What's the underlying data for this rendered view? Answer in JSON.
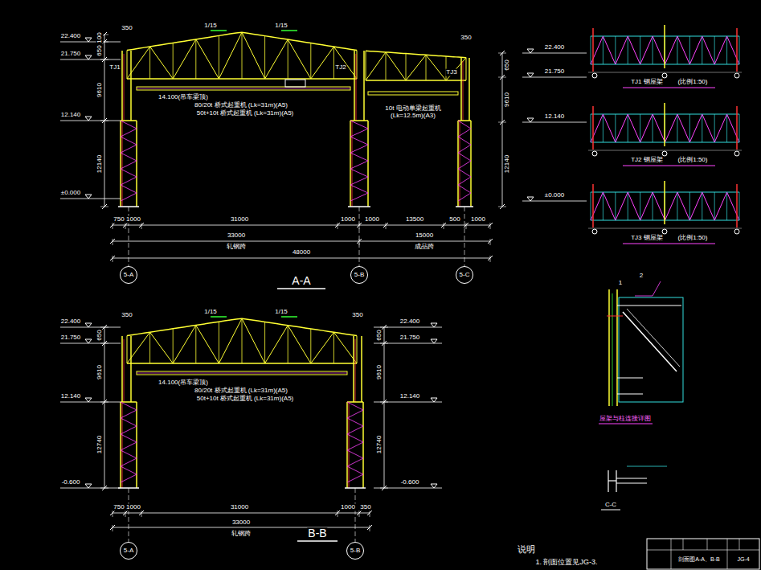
{
  "diagram": {
    "nodes": [
      {
        "text": [
          "5-A"
        ]
      },
      {
        "text": [
          "5-B"
        ]
      },
      {
        "text": [
          "5-C"
        ]
      },
      {
        "text": [
          "5-A"
        ]
      },
      {
        "text": [
          "5-B"
        ]
      }
    ],
    "labels": [
      "22.400",
      "21.750",
      "12.140",
      "±0.000",
      "100",
      "650",
      "9610",
      "12140",
      "350",
      "350",
      "1/15",
      "1/15",
      "TJ1",
      "TJ2",
      "TJ3",
      "14.100(吊车梁顶)",
      "80/20t 桥式起重机 (Lk=31m)(A5)",
      "50t+10t 桥式起重机 (Lk=31m)(A5)",
      "10t 电动单梁起重机 (Lk=12.5m)(A3)",
      "22.400",
      "21.750",
      "12.140",
      "±0.000",
      "650",
      "9610",
      "12140",
      "750",
      "1000",
      "31000",
      "1000",
      "1000",
      "13500",
      "500",
      "1000",
      "33000",
      "15000",
      "轧钢跨",
      "成品跨",
      "48000",
      "A-A",
      "22.400",
      "21.750",
      "12.140",
      "-0.600",
      "650",
      "9610",
      "12740",
      "350",
      "350",
      "1/15",
      "1/15",
      "14.100(吊车梁顶)",
      "80/20t 桥式起重机 (Lk=31m)(A5)",
      "50t+10t 桥式起重机 (Lk=31m)(A5)",
      "22.400",
      "21.750",
      "12.140",
      "-0.600",
      "650",
      "9610",
      "12740",
      "750",
      "1000",
      "31000",
      "1000",
      "350",
      "33000",
      "轧钢跨",
      "B-B",
      "TJ1 钢屋架",
      "(比例1:50)",
      "TJ2 钢屋架",
      "(比例1:50)",
      "TJ3 钢屋架",
      "(比例1:50)",
      "屋架与柱连接详图",
      "C-C",
      "说明",
      "1. 剖面位置见JG-3.",
      "剖面图A-A、B-B",
      "JG-4",
      "1",
      "2"
    ]
  }
}
